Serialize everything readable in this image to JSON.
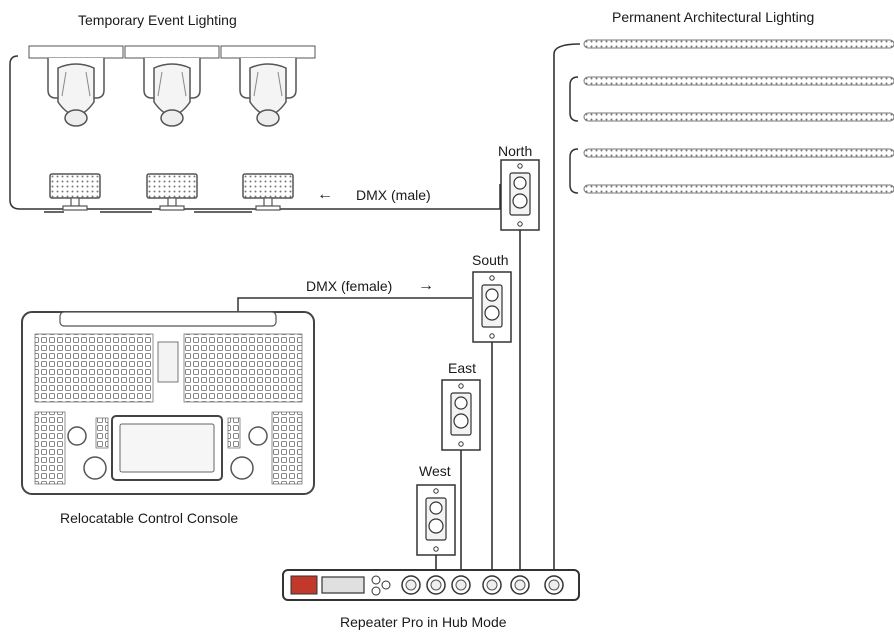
{
  "labels": {
    "temporary": "Temporary Event Lighting",
    "permanent": "Permanent Architectural Lighting",
    "north": "North",
    "south": "South",
    "east": "East",
    "west": "West",
    "dmx_male": "DMX (male)",
    "dmx_female": "DMX (female)",
    "console": "Relocatable Control Console",
    "hub": "Repeater Pro in Hub Mode"
  },
  "arrows": {
    "left": "←",
    "right": "→"
  },
  "colors": {
    "line": "#333333",
    "fill": "#ffffff",
    "light": "#e8e8e8",
    "dark": "#555555",
    "brand": "#c0392b"
  }
}
